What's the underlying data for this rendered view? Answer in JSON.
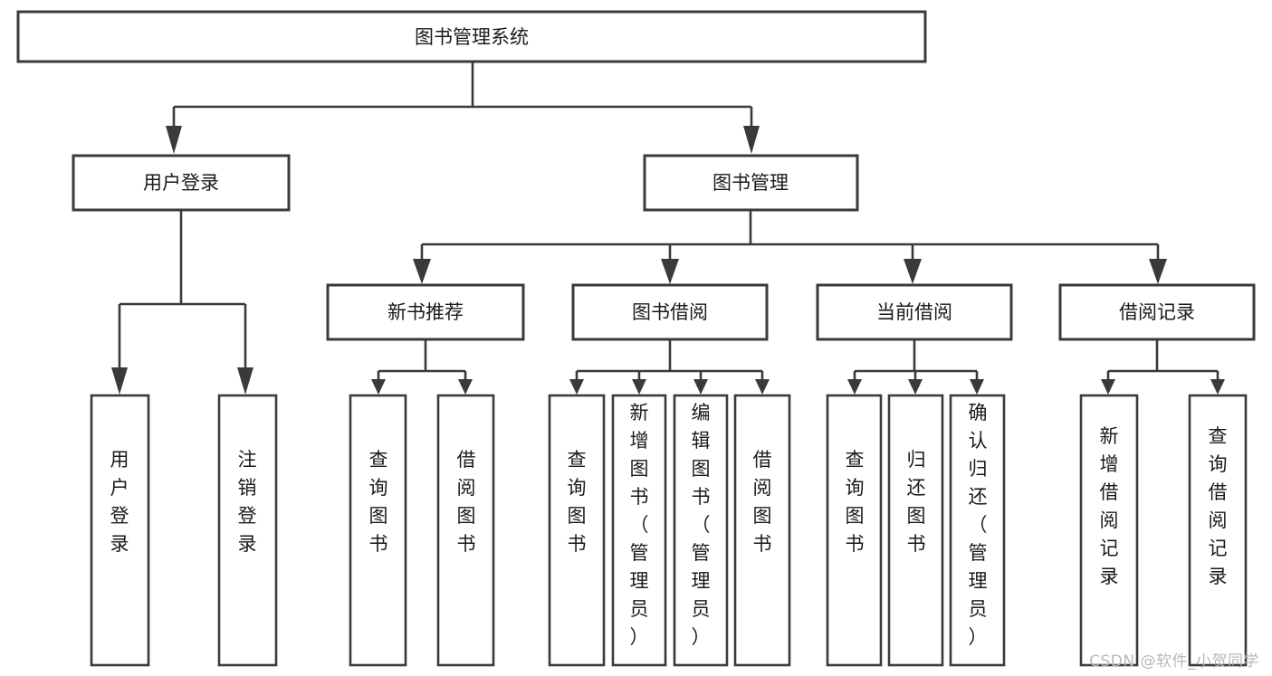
{
  "diagram": {
    "type": "hierarchy-tree",
    "title": "图书管理系统",
    "orientation": "top-down",
    "colors": {
      "stroke": "#3a3a3a",
      "fill": "#ffffff",
      "text": "#1a1a1a",
      "background": "#ffffff",
      "watermark": "#b8b8b8"
    },
    "levels": [
      {
        "level": 1,
        "nodes": [
          {
            "id": "root",
            "label": "图书管理系统",
            "orientation": "horizontal"
          }
        ]
      },
      {
        "level": 2,
        "nodes": [
          {
            "id": "login",
            "label": "用户登录",
            "orientation": "horizontal",
            "parent": "root"
          },
          {
            "id": "bookmgmt",
            "label": "图书管理",
            "orientation": "horizontal",
            "parent": "root"
          }
        ]
      },
      {
        "level": 3,
        "nodes": [
          {
            "id": "newbook",
            "label": "新书推荐",
            "orientation": "horizontal",
            "parent": "bookmgmt"
          },
          {
            "id": "borrow",
            "label": "图书借阅",
            "orientation": "horizontal",
            "parent": "bookmgmt"
          },
          {
            "id": "current",
            "label": "当前借阅",
            "orientation": "horizontal",
            "parent": "bookmgmt"
          },
          {
            "id": "record",
            "label": "借阅记录",
            "orientation": "horizontal",
            "parent": "bookmgmt"
          }
        ]
      },
      {
        "level": 4,
        "nodes": [
          {
            "id": "leaf-1",
            "label": "用户登录",
            "orientation": "vertical",
            "parent": "login"
          },
          {
            "id": "leaf-2",
            "label": "注销登录",
            "orientation": "vertical",
            "parent": "login"
          },
          {
            "id": "leaf-3",
            "label": "查询图书",
            "orientation": "vertical",
            "parent": "newbook"
          },
          {
            "id": "leaf-4",
            "label": "借阅图书",
            "orientation": "vertical",
            "parent": "newbook"
          },
          {
            "id": "leaf-5",
            "label": "查询图书",
            "orientation": "vertical",
            "parent": "borrow"
          },
          {
            "id": "leaf-6",
            "label": "新增图书（管理员）",
            "orientation": "vertical",
            "parent": "borrow"
          },
          {
            "id": "leaf-7",
            "label": "编辑图书（管理员）",
            "orientation": "vertical",
            "parent": "borrow"
          },
          {
            "id": "leaf-8",
            "label": "借阅图书",
            "orientation": "vertical",
            "parent": "borrow"
          },
          {
            "id": "leaf-9",
            "label": "查询图书",
            "orientation": "vertical",
            "parent": "current"
          },
          {
            "id": "leaf-10",
            "label": "归还图书",
            "orientation": "vertical",
            "parent": "current"
          },
          {
            "id": "leaf-11",
            "label": "确认归还（管理员）",
            "orientation": "vertical",
            "parent": "current"
          },
          {
            "id": "leaf-12",
            "label": "新增借阅记录",
            "orientation": "vertical",
            "parent": "record"
          },
          {
            "id": "leaf-13",
            "label": "查询借阅记录",
            "orientation": "vertical",
            "parent": "record"
          }
        ]
      }
    ]
  },
  "watermark": {
    "text": "CSDN @软件_小贺同学"
  }
}
